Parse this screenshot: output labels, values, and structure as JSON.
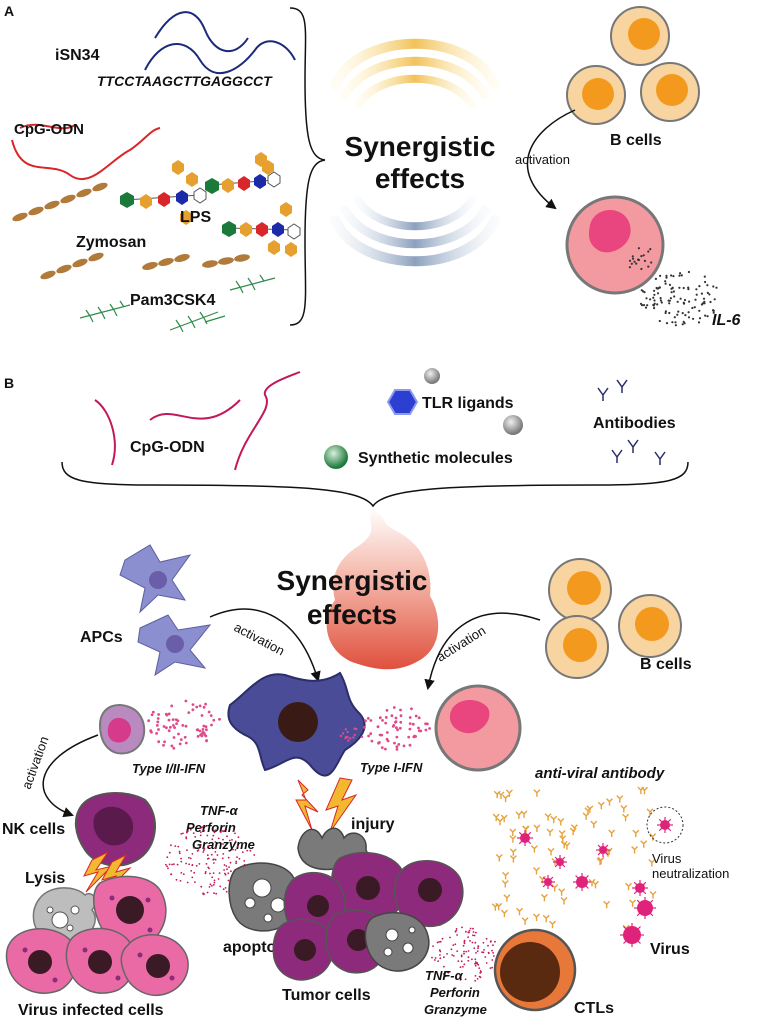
{
  "panel_a": {
    "letter": "A",
    "sequence_name": "iSN34",
    "sequence": "TTCCTAAGCTTGAGGCCT",
    "cpg": "CpG-ODN",
    "lps": "LPS",
    "zymosan": "Zymosan",
    "pam": "Pam3CSK4",
    "synergy_line1": "Synergistic",
    "synergy_line2": "effects",
    "b_cells": "B cells",
    "activation": "activation",
    "il6": "IL-6"
  },
  "panel_b": {
    "letter": "B",
    "cpg": "CpG-ODN",
    "tlr": "TLR ligands",
    "synthetic": "Synthetic molecules",
    "antibodies": "Antibodies",
    "synergy_line1": "Synergistic",
    "synergy_line2": "effects",
    "apcs": "APCs",
    "activation_left": "activation",
    "activation_right": "activation",
    "b_cells": "B cells",
    "activation_nk": "activation",
    "ifn1": "Type I/II-IFN",
    "ifn2": "Type I-IFN",
    "anti_viral": "anti-viral antibody",
    "nk_cells": "NK cells",
    "tnf1": "TNF-α",
    "perforin1": "Perforin",
    "granzyme1": "Granzyme",
    "injury": "injury",
    "virus_neut1": "Virus",
    "virus_neut2": "neutralization",
    "lysis": "Lysis",
    "apoptosis": "apoptosis",
    "virus": "Virus",
    "tnf2": "TNF-α",
    "perforin2": "Perforin",
    "granzyme2": "Granzyme",
    "virus_infected": "Virus infected cells",
    "tumor_cells": "Tumor cells",
    "ctls": "CTLs"
  },
  "colors": {
    "b_cell_fill": "#f7d4a0",
    "b_cell_nucleus": "#f39a1e",
    "plasma_cell": "#f39aa0",
    "plasma_nucleus": "#e9457e",
    "dendritic": "#4a4c97",
    "nk_purple": "#8e2a7c",
    "virus_cell": "#ea6aa6",
    "dot_pink": "#e04a8a",
    "antibody_gold": "#e6a23c",
    "ctl_orange": "#e8783a"
  }
}
